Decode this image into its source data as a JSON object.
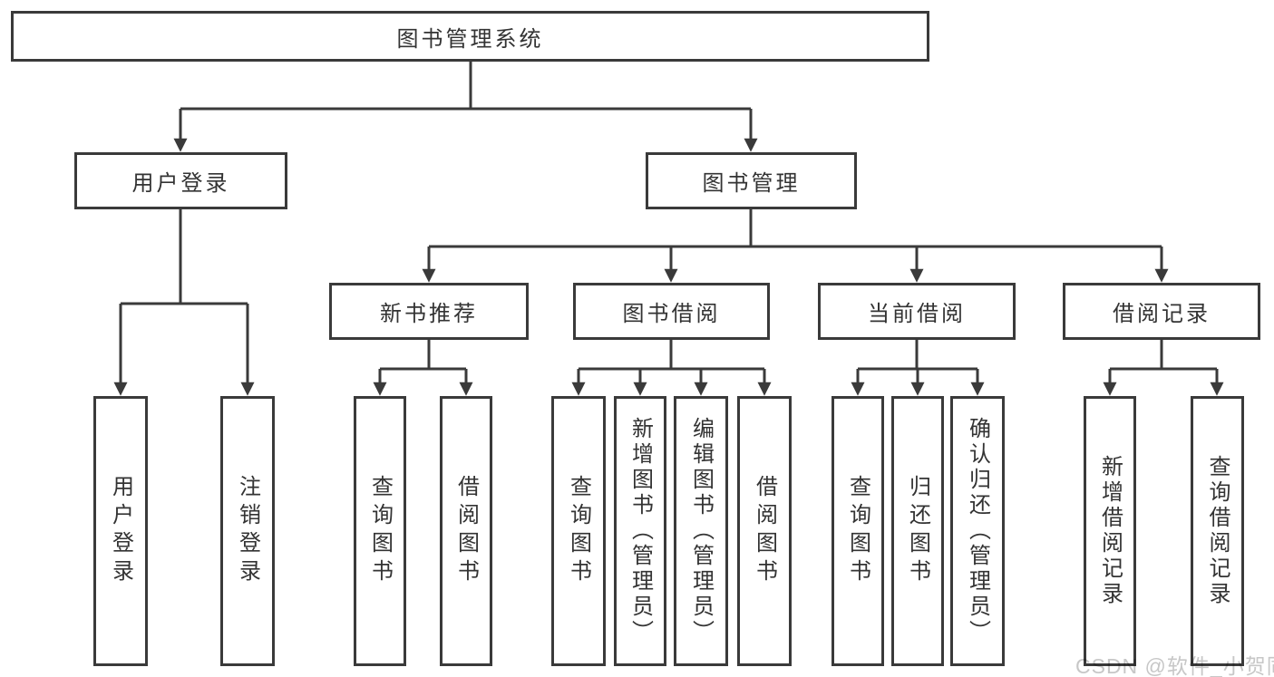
{
  "colors": {
    "line": "#3a3a3a",
    "text": "#333333",
    "watermark": "#c7c7c7",
    "background": "#ffffff"
  },
  "watermark": {
    "text": "CSDN @软件_小贺同学"
  },
  "tree": {
    "label": "图书管理系统",
    "children": [
      {
        "label": "用户登录",
        "children": [
          {
            "label": "用户登录"
          },
          {
            "label": "注销登录"
          }
        ]
      },
      {
        "label": "图书管理",
        "children": [
          {
            "label": "新书推荐",
            "children": [
              {
                "label": "查询图书"
              },
              {
                "label": "借阅图书"
              }
            ]
          },
          {
            "label": "图书借阅",
            "children": [
              {
                "label": "查询图书"
              },
              {
                "label": "新增图书（管理员）"
              },
              {
                "label": "编辑图书（管理员）"
              },
              {
                "label": "借阅图书"
              }
            ]
          },
          {
            "label": "当前借阅",
            "children": [
              {
                "label": "查询图书"
              },
              {
                "label": "归还图书"
              },
              {
                "label": "确认归还（管理员）"
              }
            ]
          },
          {
            "label": "借阅记录",
            "children": [
              {
                "label": "新增借阅记录"
              },
              {
                "label": "查询借阅记录"
              }
            ]
          }
        ]
      }
    ]
  }
}
